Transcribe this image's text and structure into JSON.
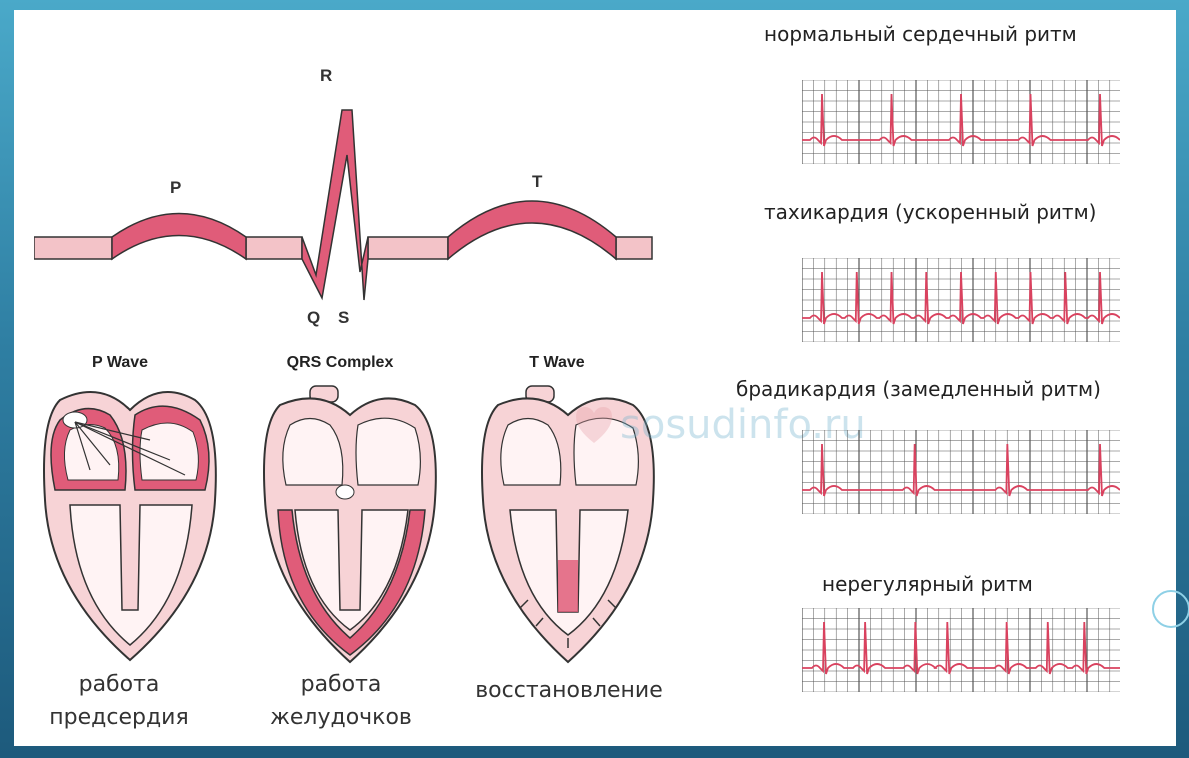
{
  "wave_labels": {
    "p": "P",
    "r": "R",
    "t": "T",
    "q": "Q",
    "s": "S"
  },
  "hearts": [
    {
      "title": "P Wave",
      "caption_line1": "работа",
      "caption_line2": "предсердия"
    },
    {
      "title": "QRS Complex",
      "caption_line1": "работа",
      "caption_line2": "желудочков"
    },
    {
      "title": "T Wave",
      "caption_line1": "восстановление",
      "caption_line2": ""
    }
  ],
  "rhythms": [
    {
      "title": "нормальный сердечный ритм",
      "beats": 5
    },
    {
      "title": "тахикардия (ускоренный ритм)",
      "beats": 9
    },
    {
      "title": "брадикардия (замедленный ритм)",
      "beats": 4
    },
    {
      "title": "нерегулярный ритм",
      "beats": 7
    }
  ],
  "watermark": "sosudinfo.ru",
  "colors": {
    "wave_fill": "#e05c79",
    "baseline_fill": "#f3c3c8",
    "heart_fill": "#f7d3d6",
    "heart_active": "#e05c79",
    "ecg_line": "#d9425f",
    "grid": "#555555"
  }
}
